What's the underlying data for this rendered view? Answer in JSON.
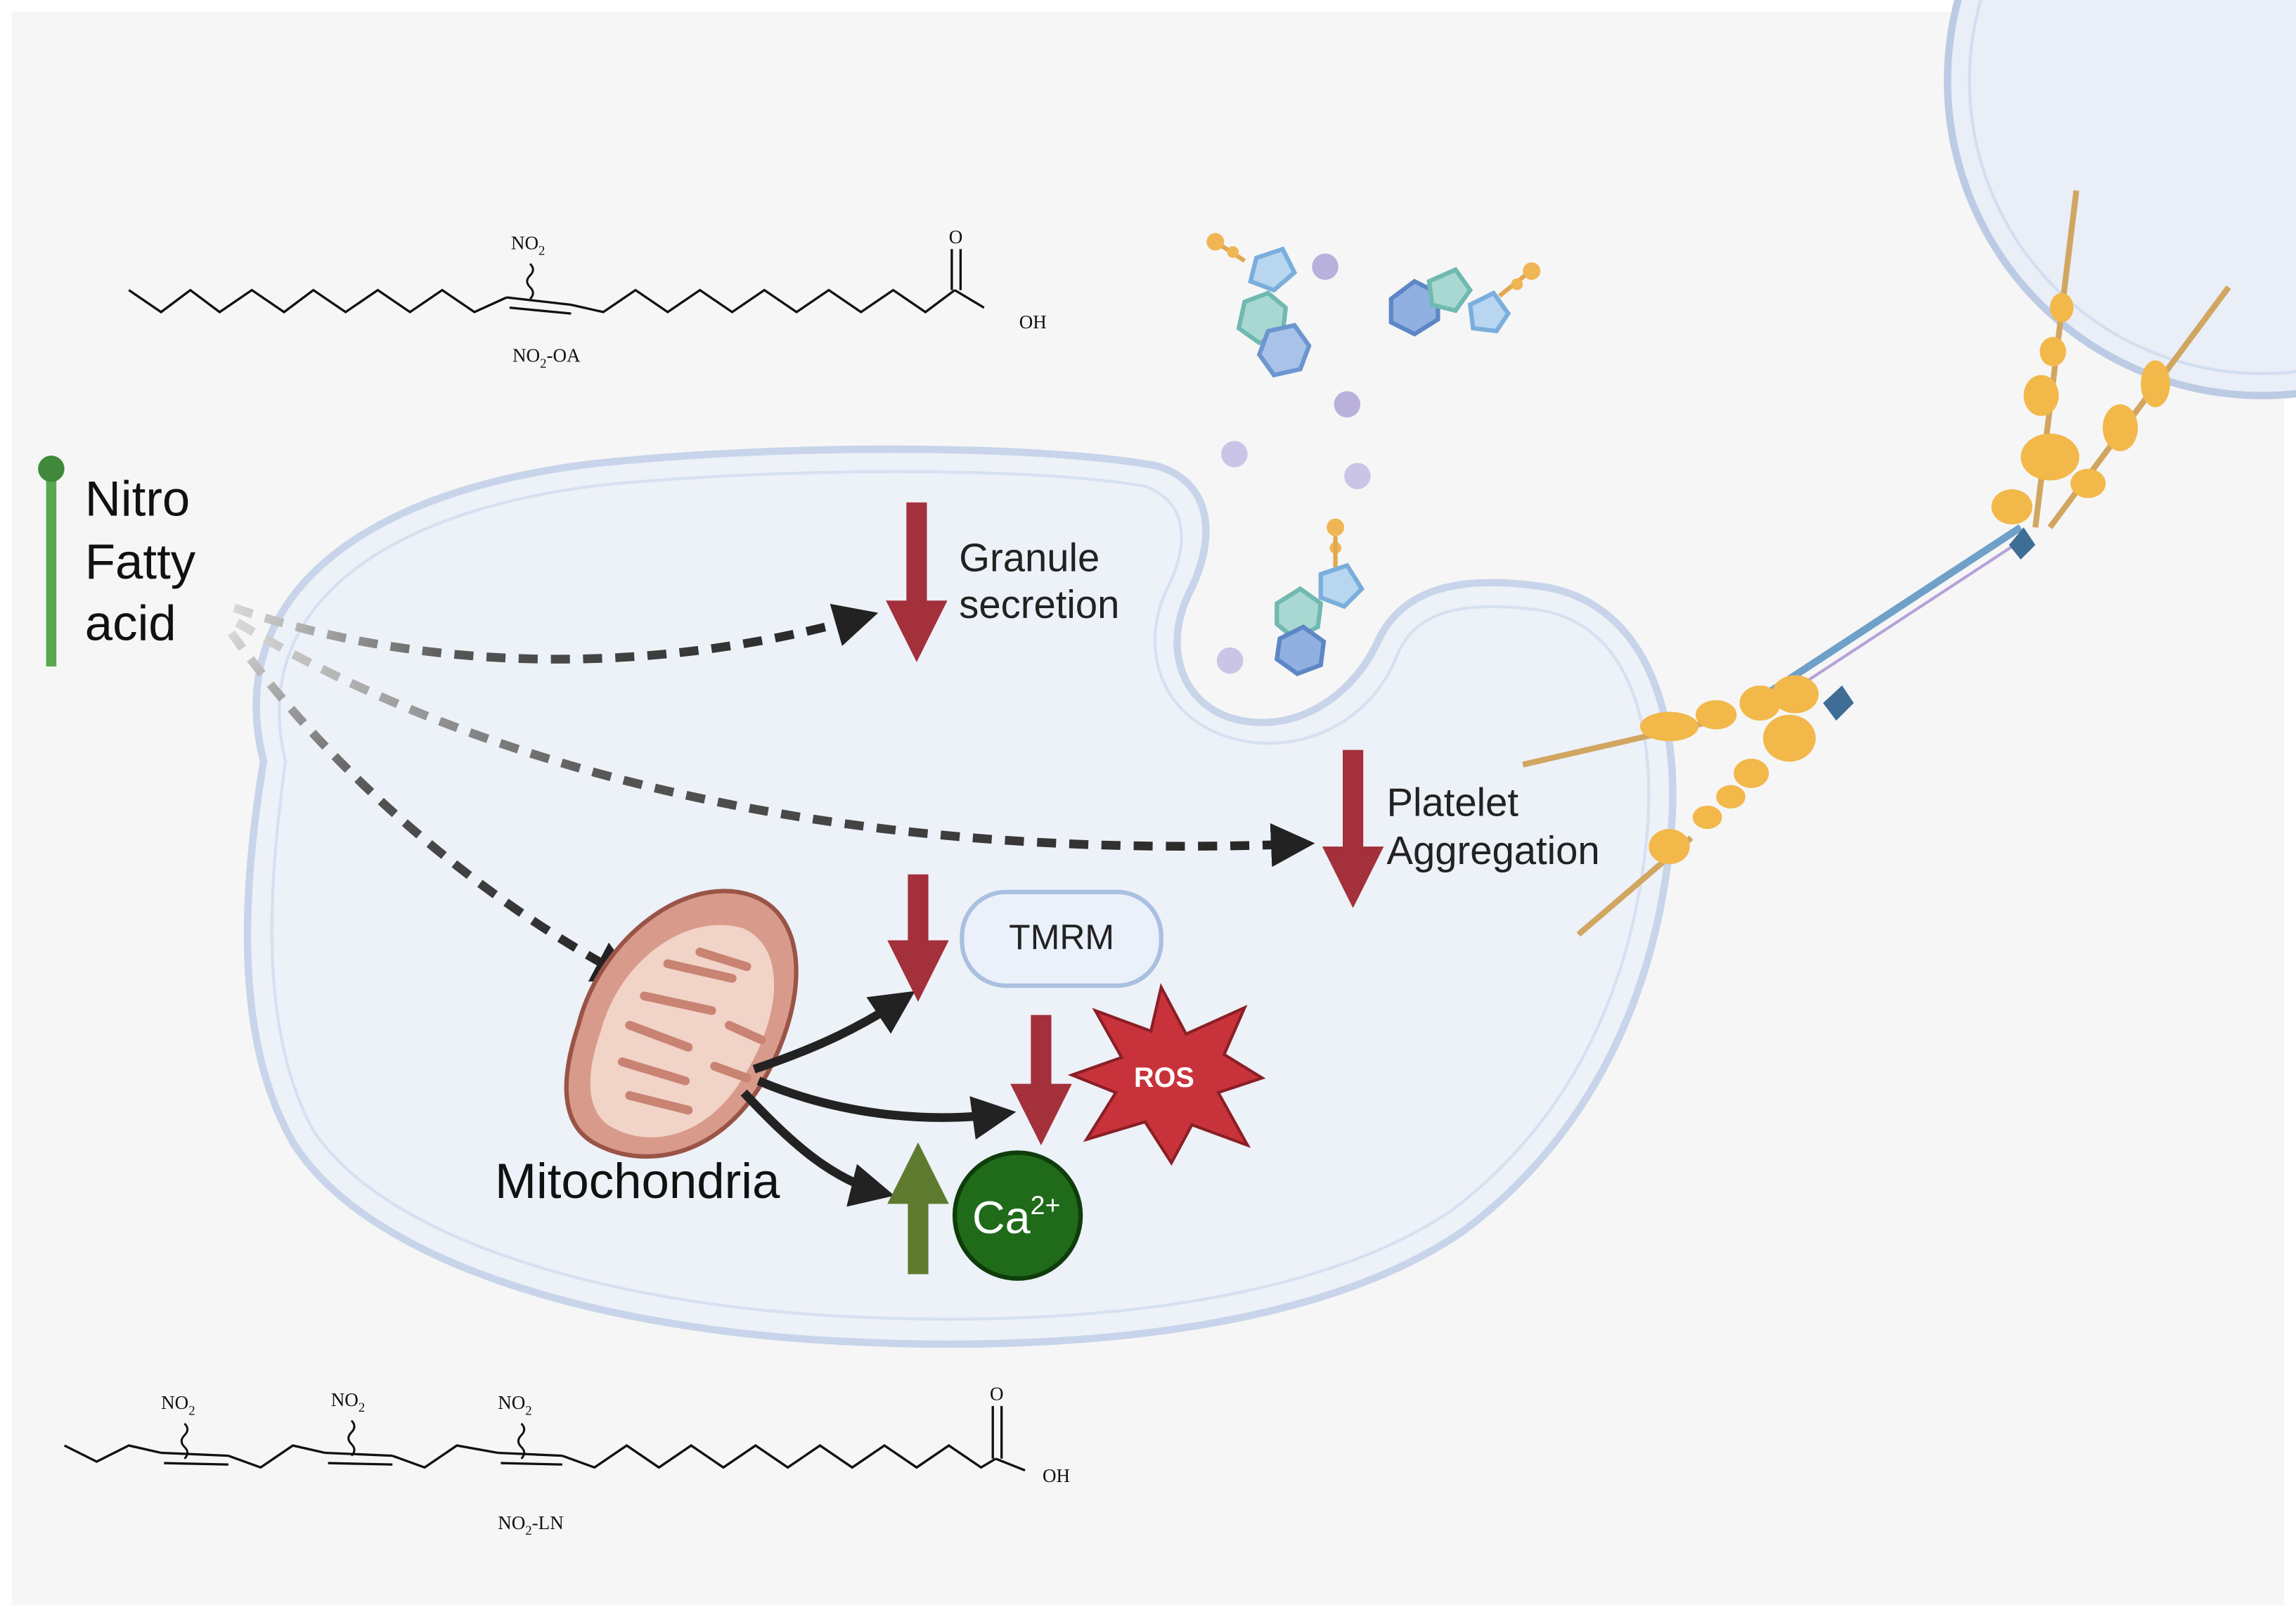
{
  "legend": {
    "title_line1": "Nitro",
    "title_line2": "Fatty",
    "title_line3": "acid"
  },
  "molecules": {
    "oa": {
      "nitro_label": "NO",
      "nitro_sub": "2",
      "carbonyl_o": "O",
      "hydroxyl": "OH",
      "name": "NO",
      "name_sub": "2",
      "name_suffix": "-OA"
    },
    "ln": {
      "nitro_label": "NO",
      "nitro_sub": "2",
      "carbonyl_o": "O",
      "hydroxyl": "OH",
      "name": "NO",
      "name_sub": "2",
      "name_suffix": "-LN"
    }
  },
  "effects": {
    "granule_line1": "Granule",
    "granule_line2": "secretion",
    "aggregation_line1": "Platelet",
    "aggregation_line2": "Aggregation",
    "tmrm": "TMRM",
    "ros": "ROS",
    "calcium": "Ca",
    "calcium_sup": "2+",
    "mitochondria": "Mitochondria"
  },
  "colors": {
    "background": "#f6f6f6",
    "cell_fill": "#eef1f7",
    "cell_outline": "#c5d3ea",
    "decrease_arrow": "#a3303a",
    "increase_arrow": "#5d7a2f",
    "nitro_bar": "#5aa850",
    "ros_star": "#c8333b",
    "calcium_circle": "#1f6b1a",
    "mito_outer": "#d59a8b",
    "mito_inner": "#f0d2c6",
    "fiber_orange": "#f2b84a",
    "fiber_blue": "#4c7fa8"
  }
}
